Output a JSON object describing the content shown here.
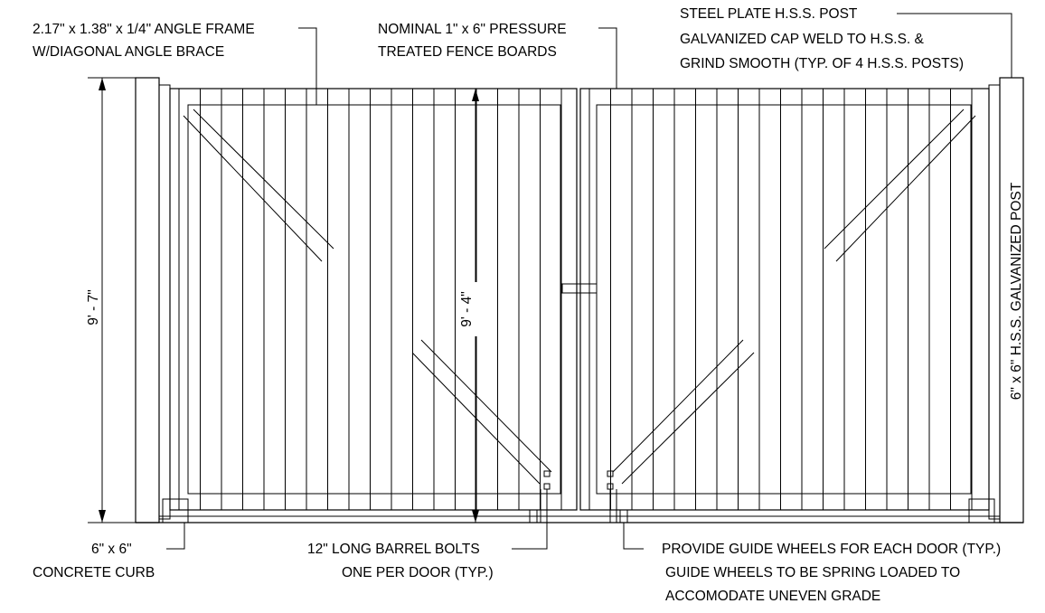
{
  "callouts": {
    "angle_frame": [
      "2.17\" x 1.38\" x 1/4\" ANGLE FRAME",
      "W/DIAGONAL ANGLE BRACE"
    ],
    "fence_boards": [
      "NOMINAL 1\" x 6\" PRESSURE",
      "TREATED FENCE BOARDS"
    ],
    "steel_plate": [
      "STEEL PLATE H.S.S. POST",
      "GALVANIZED CAP WELD TO H.S.S. &",
      "GRIND SMOOTH (TYP. OF 4 H.S.S. POSTS)"
    ],
    "concrete_curb": [
      "6\" x 6\"",
      "CONCRETE CURB"
    ],
    "barrel_bolts": [
      "12\" LONG BARREL BOLTS",
      "ONE PER DOOR (TYP.)"
    ],
    "guide_wheels": [
      "PROVIDE GUIDE WHEELS FOR EACH DOOR (TYP.)",
      "GUIDE WHEELS TO BE SPRING LOADED TO",
      "ACCOMODATE UNEVEN GRADE"
    ],
    "post": "6\" x 6\" H.S.S. GALVANIZED POST"
  },
  "dimensions": {
    "overall_height": "9' - 7\"",
    "gate_height": "9' - 4\""
  }
}
